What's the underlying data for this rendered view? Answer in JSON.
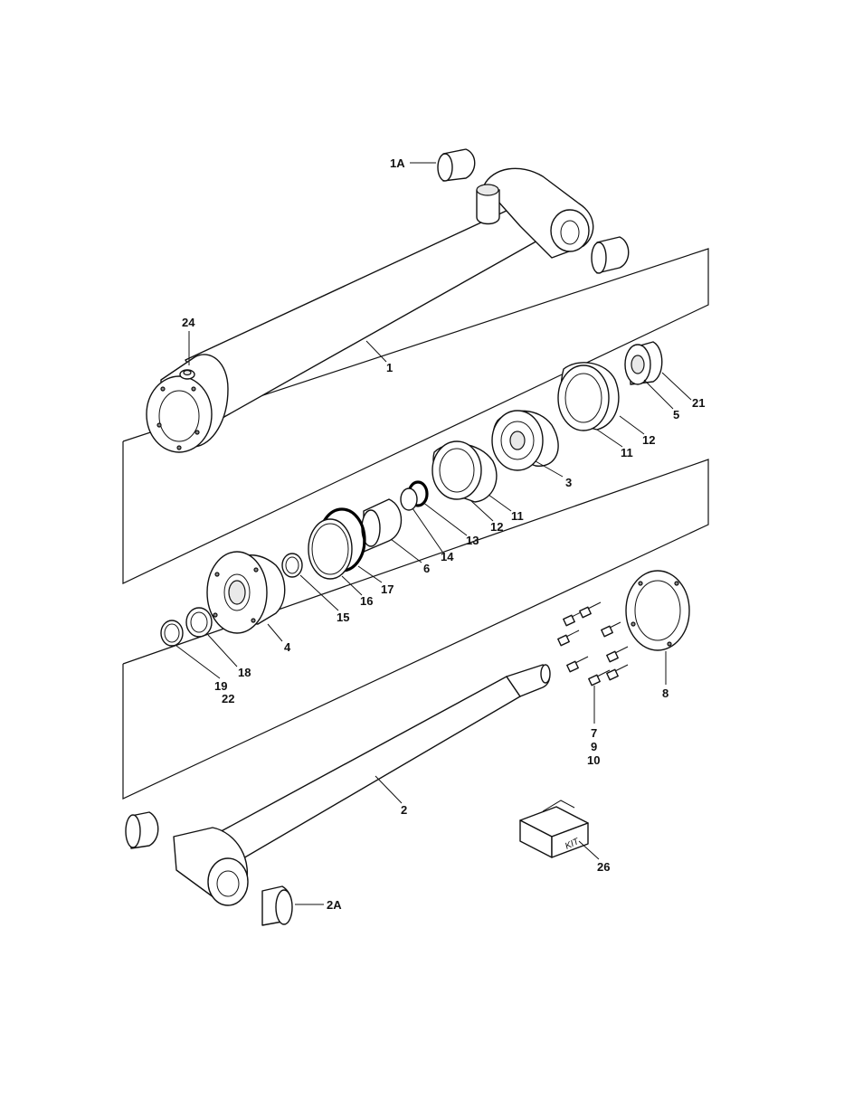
{
  "callouts": {
    "c1A": "1A",
    "c24": "24",
    "c1": "1",
    "c21": "21",
    "c5": "5",
    "c12a": "12",
    "c11a": "11",
    "c3": "3",
    "c11b": "11",
    "c12b": "12",
    "c13": "13",
    "c14": "14",
    "c6": "6",
    "c17": "17",
    "c16": "16",
    "c15": "15",
    "c4": "4",
    "c18": "18",
    "c19": "19",
    "c22": "22",
    "c8": "8",
    "c7": "7",
    "c9": "9",
    "c10": "10",
    "c2": "2",
    "c26": "26",
    "c2A": "2A"
  },
  "kit": {
    "label": "KIT"
  }
}
